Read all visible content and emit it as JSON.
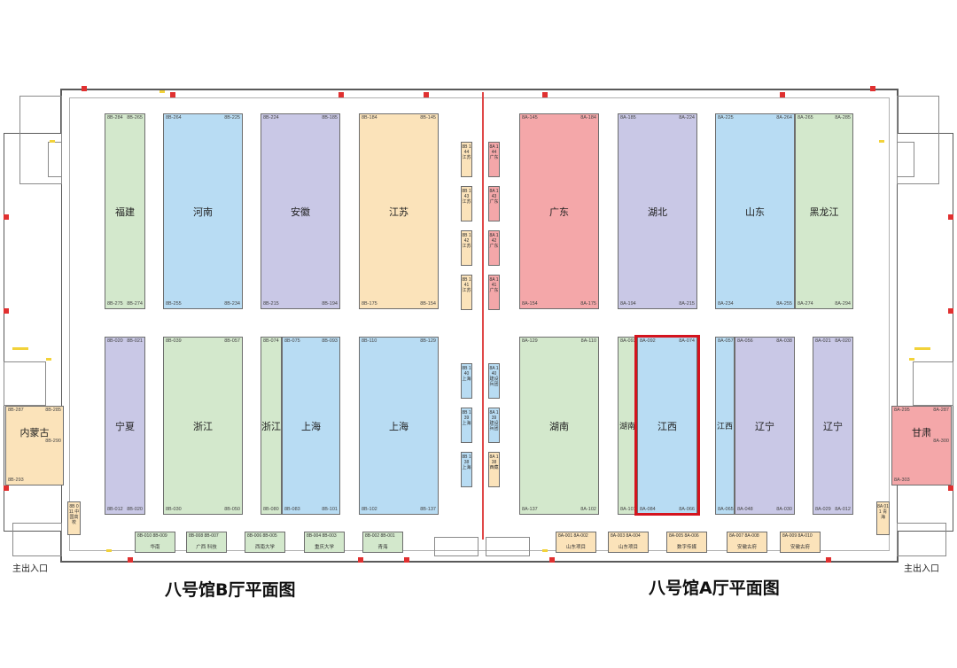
{
  "titles": {
    "hall_b": "八号馆B厅平面图",
    "hall_a": "八号馆A厅平面图"
  },
  "entrances": {
    "left": "主出入口",
    "right": "主出入口"
  },
  "colors": {
    "green": "#d3e8cc",
    "blue": "#b8dcf3",
    "purple": "#c9c8e6",
    "orange": "#fbe3ba",
    "pink": "#f4a7a9",
    "highlight": "#d4141e"
  },
  "booths": [
    {
      "name": "福建",
      "tl": "8B-284",
      "tr": "8B-265",
      "bl": "8B-275",
      "br": "8B-274",
      "color": "green"
    },
    {
      "name": "河南",
      "tl": "8B-264",
      "tr": "8B-225",
      "bl": "8B-255",
      "br": "8B-234",
      "color": "blue"
    },
    {
      "name": "安徽",
      "tl": "8B-224",
      "tr": "8B-185",
      "bl": "8B-215",
      "br": "8B-194",
      "color": "purple"
    },
    {
      "name": "江苏",
      "tl": "8B-184",
      "tr": "8B-145",
      "bl": "8B-175",
      "br": "8B-154",
      "color": "orange"
    },
    {
      "name": "广东",
      "tl": "8A-145",
      "tr": "8A-184",
      "bl": "8A-154",
      "br": "8A-175",
      "color": "pink"
    },
    {
      "name": "湖北",
      "tl": "8A-185",
      "tr": "8A-224",
      "bl": "8A-194",
      "br": "8A-215",
      "color": "purple"
    },
    {
      "name": "山东",
      "tl": "8A-225",
      "tr": "8A-264",
      "bl": "8A-234",
      "br": "8A-255",
      "color": "blue"
    },
    {
      "name": "黑龙江",
      "tl": "8A-265",
      "tr": "8A-285",
      "bl": "8A-274",
      "br": "8A-294",
      "color": "green"
    },
    {
      "name": "宁夏",
      "tl": "8B-020",
      "tr": "8B-021",
      "bl": "8B-012",
      "br": "8B-020",
      "color": "purple"
    },
    {
      "name": "浙江",
      "tl": "8B-039",
      "tr": "8B-057",
      "bl": "8B-030",
      "br": "8B-050",
      "color": "green"
    },
    {
      "name": "浙江",
      "tl": "8B-074",
      "tr": "",
      "bl": "8B-080",
      "br": "",
      "color": "green"
    },
    {
      "name": "上海",
      "tl": "8B-075",
      "tr": "8B-093",
      "bl": "8B-083",
      "br": "8B-101",
      "color": "blue"
    },
    {
      "name": "上海",
      "tl": "8B-110",
      "tr": "8B-129",
      "bl": "8B-102",
      "br": "8B-137",
      "color": "blue"
    },
    {
      "name": "湖南",
      "tl": "8A-129",
      "tr": "8A-110",
      "bl": "8A-137",
      "br": "8A-102",
      "color": "green"
    },
    {
      "name": "湖南",
      "tl": "8A-093",
      "tr": "",
      "bl": "8A-101",
      "br": "",
      "color": "green"
    },
    {
      "name": "江西",
      "tl": "8A-092",
      "tr": "8A-074",
      "bl": "8A-084",
      "br": "8A-066",
      "color": "blue"
    },
    {
      "name": "江西",
      "tl": "8A-057",
      "tr": "",
      "bl": "8A-065",
      "br": "",
      "color": "blue"
    },
    {
      "name": "辽宁",
      "tl": "8A-056",
      "tr": "8A-038",
      "bl": "8A-048",
      "br": "8A-030",
      "color": "purple"
    },
    {
      "name": "辽宁",
      "tl": "8A-021",
      "tr": "8A-020",
      "bl": "8A-029",
      "br": "8A-012",
      "color": "purple"
    },
    {
      "name": "内蒙古",
      "tl": "8B-287",
      "tr": "8B-285",
      "bl": "8B-293",
      "br": "8B-290",
      "color": "orange"
    },
    {
      "name": "甘肃",
      "tl": "8A-295",
      "tr": "8A-287",
      "bl": "8A-303",
      "br": "8A-300",
      "color": "pink"
    }
  ],
  "mini_booths": [
    {
      "text": "8B 144 江苏",
      "color": "orange"
    },
    {
      "text": "8B 143 江苏",
      "color": "orange"
    },
    {
      "text": "8B 142 江苏",
      "color": "orange"
    },
    {
      "text": "8B 141 江苏",
      "color": "orange"
    },
    {
      "text": "8A 144 广东",
      "color": "pink"
    },
    {
      "text": "8A 143 广东",
      "color": "pink"
    },
    {
      "text": "8A 142 广东",
      "color": "pink"
    },
    {
      "text": "8A 141 广东",
      "color": "pink"
    },
    {
      "text": "8B 140 上海",
      "color": "blue"
    },
    {
      "text": "8B 139 上海",
      "color": "blue"
    },
    {
      "text": "8B 138 上海",
      "color": "blue"
    },
    {
      "text": "8A 140 建设兵团",
      "color": "blue"
    },
    {
      "text": "8A 139 建设兵团",
      "color": "blue"
    },
    {
      "text": "8A 138 西藏",
      "color": "orange"
    },
    {
      "text": "8B 011 中国高校",
      "color": "orange"
    },
    {
      "text": "8A 011 青海",
      "color": "orange"
    }
  ],
  "bottom_booths": [
    {
      "code": "8B-010 8B-009",
      "name": "华南",
      "color": "green"
    },
    {
      "code": "8B-008 8B-007",
      "name": "广西 科技",
      "color": "green"
    },
    {
      "code": "8B-006 8B-005",
      "name": "西南大学",
      "color": "green"
    },
    {
      "code": "8B-004 8B-003",
      "name": "重庆大学",
      "color": "green"
    },
    {
      "code": "8B-002 8B-001",
      "name": "青海",
      "color": "green"
    },
    {
      "code": "8A-001 8A-002",
      "name": "山东项目",
      "color": "orange"
    },
    {
      "code": "8A-003 8A-004",
      "name": "山东项目",
      "color": "orange"
    },
    {
      "code": "8A-005 8A-006",
      "name": "数字传媒",
      "color": "orange"
    },
    {
      "code": "8A-007 8A-008",
      "name": "安徽古府",
      "color": "orange"
    },
    {
      "code": "8A-009 8A-010",
      "name": "安徽古府",
      "color": "orange"
    }
  ]
}
